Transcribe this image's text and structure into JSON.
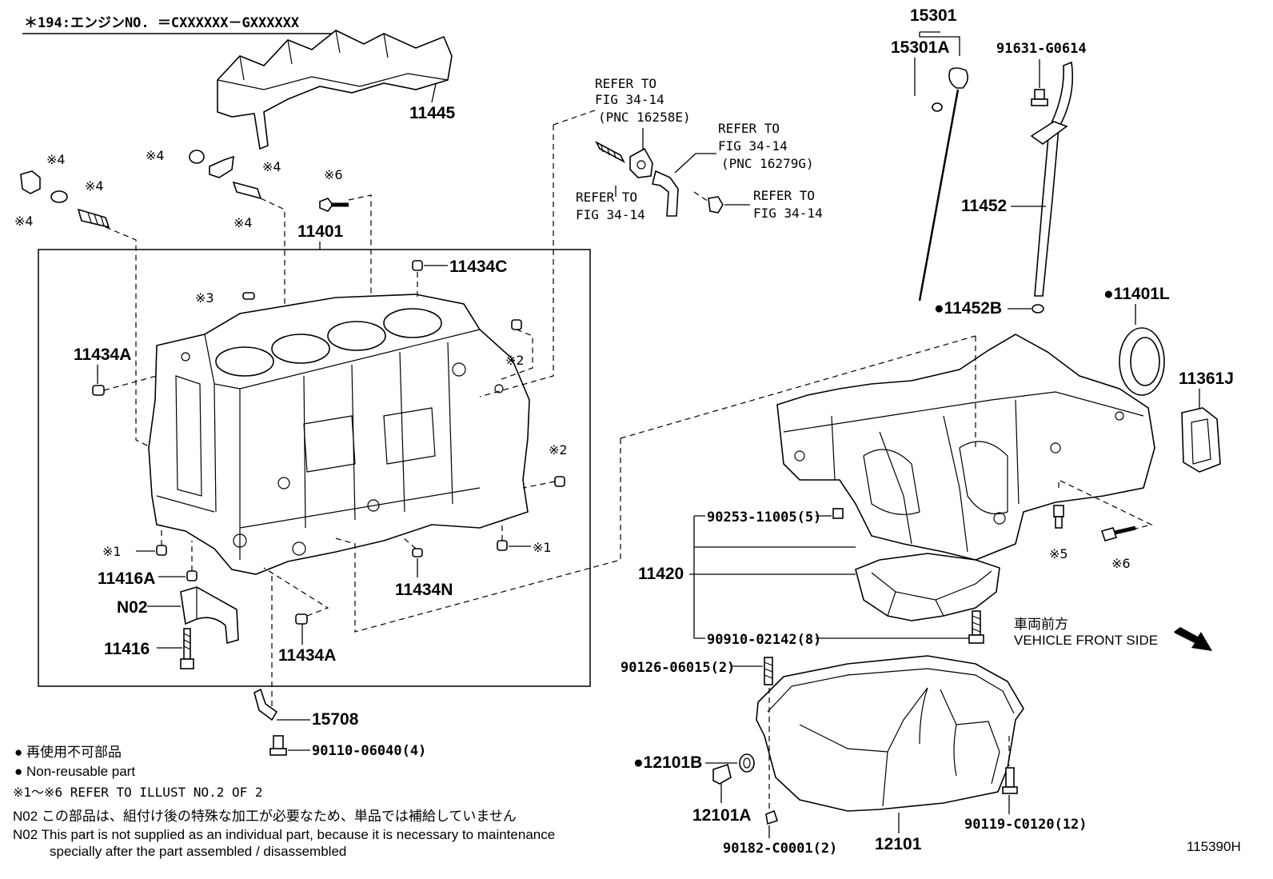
{
  "header_note": "＊194:エンジンNO. ＝CXXXXXX－GXXXXXX",
  "parts": {
    "p11445": "11445",
    "p11401": "11401",
    "p11434C": "11434C",
    "p11434A_top": "11434A",
    "p11434A_bot": "11434A",
    "p11434N": "11434N",
    "p11416A": "11416A",
    "pN02": "N02",
    "p11416": "11416",
    "p15708": "15708",
    "p90110": "90110-06040(4)",
    "p15301": "15301",
    "p15301A": "15301A",
    "p91631": "91631-G0614",
    "p11452": "11452",
    "p11452B": "●11452B",
    "p11401L": "●11401L",
    "p11361J": "11361J",
    "p90253": "90253-11005(5)",
    "p11420": "11420",
    "p90910": "90910-02142(8)",
    "p90126": "90126-06015(2)",
    "p12101B": "●12101B",
    "p12101A": "12101A",
    "p90182": "90182-C0001(2)",
    "p12101": "12101",
    "p90119": "90119-C0120(12)"
  },
  "refs": {
    "r1_line1": "REFER TO",
    "r1_line2": "FIG 34-14",
    "r1_line3": "(PNC 16258E)",
    "r2_line1": "REFER TO",
    "r2_line2": "FIG 34-14",
    "r2_line3": "(PNC 16279G)",
    "r3_line1": "REFER TO",
    "r3_line2": "FIG 34-14",
    "r4_line1": "REFER TO",
    "r4_line2": "FIG 34-14"
  },
  "marks": {
    "m4a": "※4",
    "m4b": "※4",
    "m4c": "※4",
    "m4d": "※4",
    "m4e": "※4",
    "m4f": "※4",
    "m6a": "※6",
    "m3": "※3",
    "m2a": "※2",
    "m2b": "※2",
    "m1a": "※1",
    "m1b": "※1",
    "m5": "※5",
    "m6b": "※6"
  },
  "vehicle_front": {
    "jp": "車両前方",
    "en": "VEHICLE FRONT SIDE"
  },
  "legend": {
    "jp": "● 再使用不可部品",
    "en": "● Non-reusable part",
    "refer": "※1～※6 REFER TO ILLUST NO.2 OF 2",
    "n02_jp": "N02  この部品は、組付け後の特殊な加工が必要なため、単品では補給していません",
    "n02_en1": "N02  This part is not supplied as an individual part, because it is necessary to maintenance",
    "n02_en2": "specially after the part assembled / disassembled"
  },
  "illust_no": "115390H"
}
